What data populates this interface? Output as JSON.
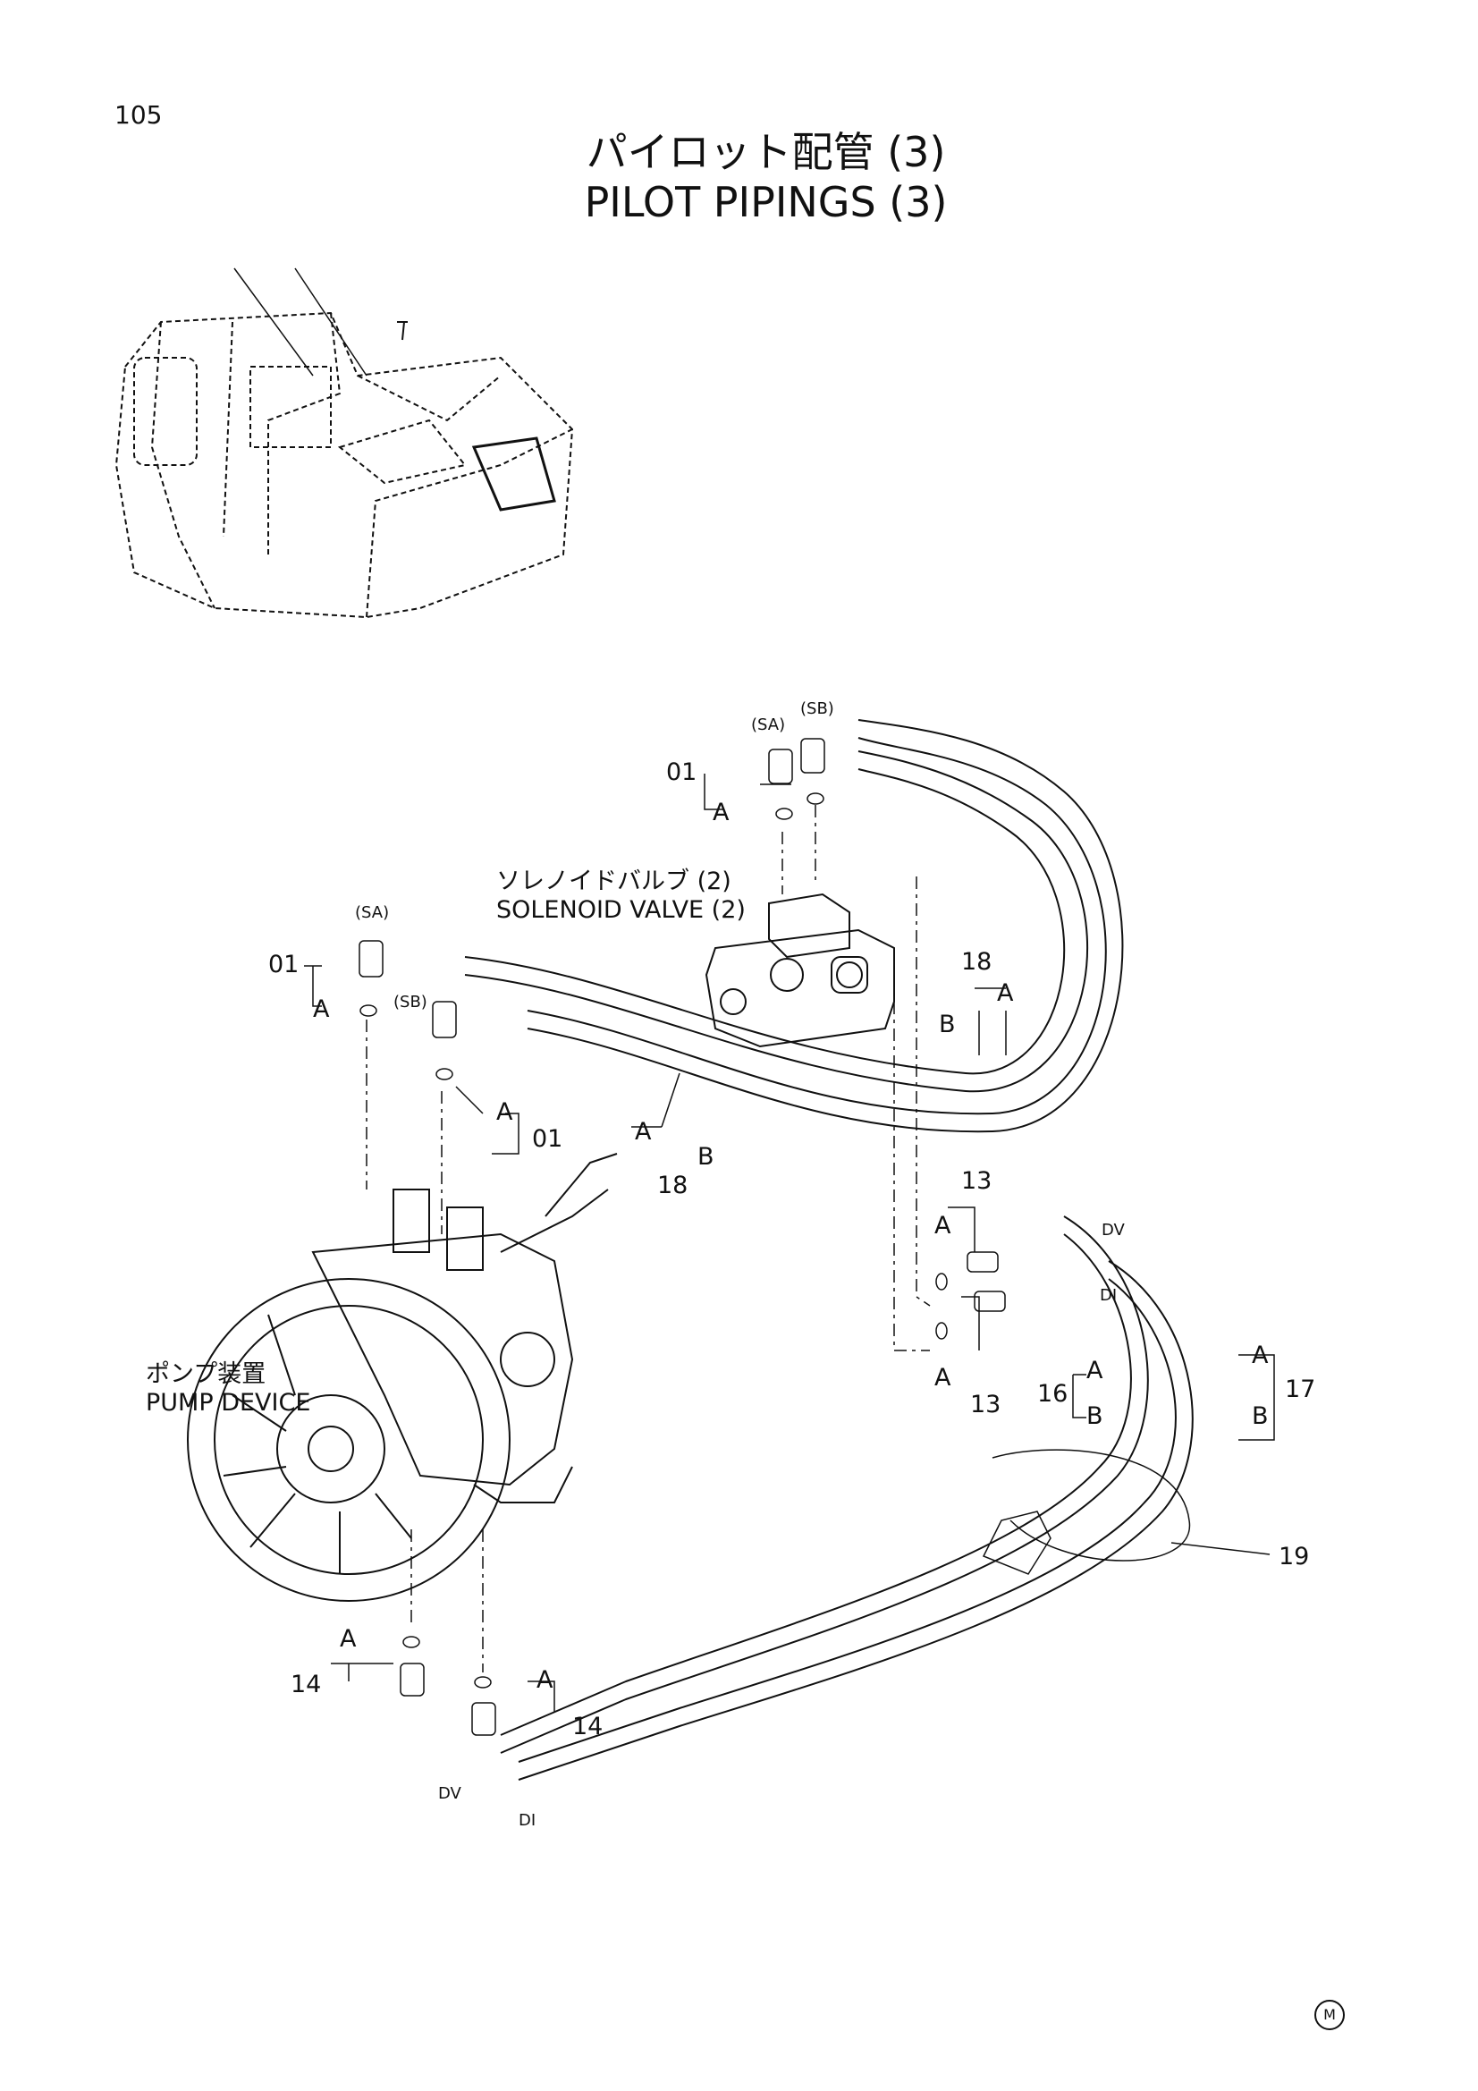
{
  "header": {
    "page_number": "105",
    "title_jp": "パイロット配管 (3)",
    "title_en": "PILOT PIPINGS (3)"
  },
  "components": {
    "solenoid_valve_jp": "ソレノイドバルブ (2)",
    "solenoid_valve_en": "SOLENOID VALVE (2)",
    "pump_device_jp": "ポンプ装置",
    "pump_device_en": "PUMP DEVICE"
  },
  "callouts": {
    "p01": "01",
    "p13": "13",
    "p14": "14",
    "p16": "16",
    "p17": "17",
    "p18": "18",
    "p19": "19",
    "a": "A",
    "b": "B",
    "sa": "(SA)",
    "sb": "(SB)",
    "dv": "DV",
    "di": "DI"
  },
  "footer": {
    "mark": "M"
  }
}
